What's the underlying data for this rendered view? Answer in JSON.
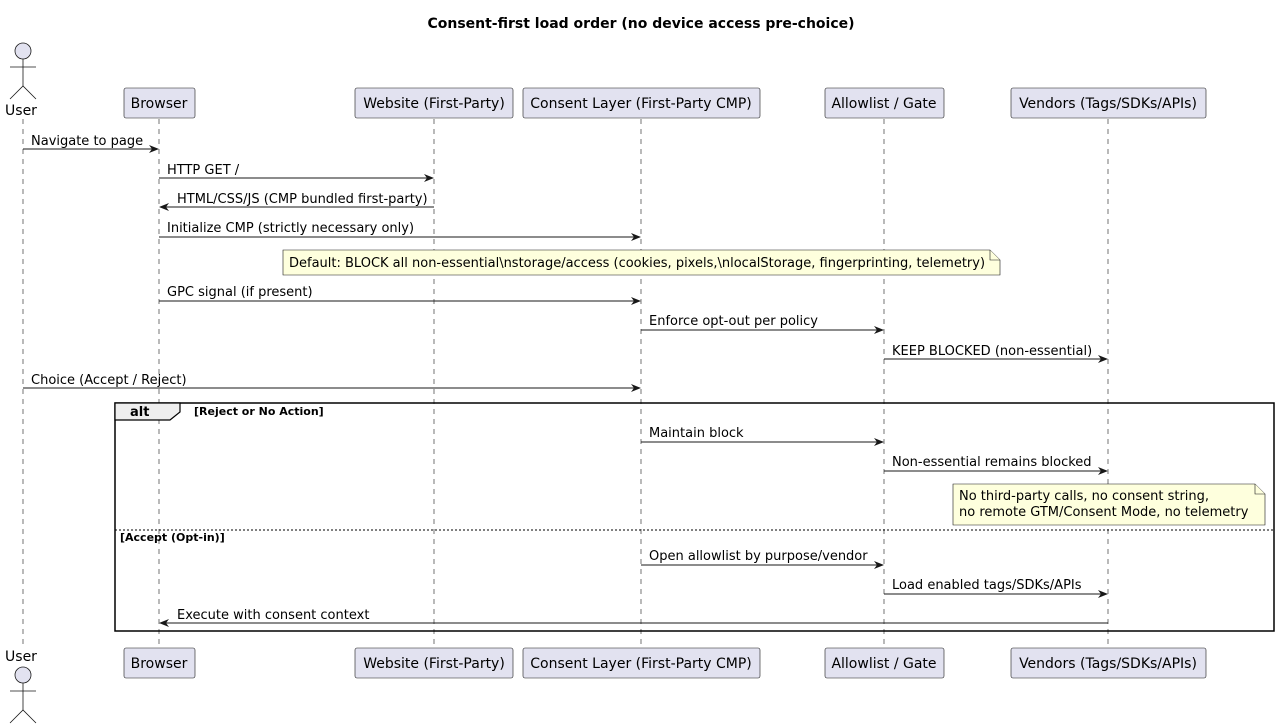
{
  "diagram": {
    "title": "Consent-first load order (no device access pre-choice)",
    "actor": {
      "id": "user",
      "label": "User"
    },
    "participants": [
      {
        "id": "browser",
        "label": "Browser"
      },
      {
        "id": "website",
        "label": "Website (First-Party)"
      },
      {
        "id": "cmp",
        "label": "Consent Layer (First-Party CMP)"
      },
      {
        "id": "gate",
        "label": "Allowlist / Gate"
      },
      {
        "id": "vendors",
        "label": "Vendors (Tags/SDKs/APIs)"
      }
    ],
    "messages": [
      {
        "from": "user",
        "to": "browser",
        "text": "Navigate to page"
      },
      {
        "from": "browser",
        "to": "website",
        "text": "HTTP GET /"
      },
      {
        "from": "website",
        "to": "browser",
        "text": "HTML/CSS/JS (CMP bundled first-party)"
      },
      {
        "from": "browser",
        "to": "cmp",
        "text": "Initialize CMP (strictly necessary only)"
      },
      {
        "note": "Default: BLOCK all non-essential\\nstorage/access (cookies, pixels,\\nlocalStorage, fingerprinting, telemetry)"
      },
      {
        "from": "browser",
        "to": "cmp",
        "text": "GPC signal (if present)"
      },
      {
        "from": "cmp",
        "to": "gate",
        "text": "Enforce opt-out per policy"
      },
      {
        "from": "gate",
        "to": "vendors",
        "text": "KEEP BLOCKED (non-essential)"
      },
      {
        "from": "user",
        "to": "cmp",
        "text": "Choice (Accept / Reject)"
      }
    ],
    "fragment": {
      "keyword": "alt",
      "branches": [
        {
          "guard": "[Reject or No Action]",
          "messages": [
            {
              "from": "cmp",
              "to": "gate",
              "text": "Maintain block"
            },
            {
              "from": "gate",
              "to": "vendors",
              "text": "Non-essential remains blocked"
            }
          ],
          "note": {
            "lines": [
              "No third-party calls, no consent string,",
              "no remote GTM/Consent Mode, no telemetry"
            ]
          }
        },
        {
          "guard": "[Accept (Opt-in)]",
          "messages": [
            {
              "from": "cmp",
              "to": "gate",
              "text": "Open allowlist by purpose/vendor"
            },
            {
              "from": "gate",
              "to": "vendors",
              "text": "Load enabled tags/SDKs/APIs"
            },
            {
              "from": "vendors",
              "to": "browser",
              "text": "Execute with consent context"
            }
          ]
        }
      ]
    }
  }
}
